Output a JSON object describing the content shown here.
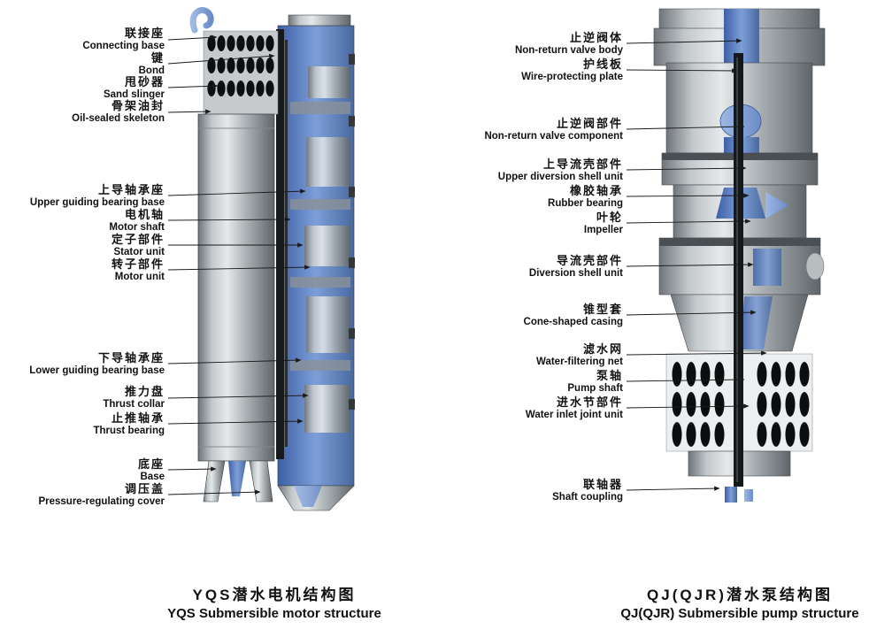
{
  "left_diagram": {
    "caption_zh": "YQS潜水电机结构图",
    "caption_en": "YQS Submersible motor structure",
    "labels": [
      {
        "zh": "联接座",
        "en": "Connecting base"
      },
      {
        "zh": "键",
        "en": "Bond"
      },
      {
        "zh": "甩砂器",
        "en": "Sand slinger"
      },
      {
        "zh": "骨架油封",
        "en": "Oil-sealed skeleton"
      },
      {
        "zh": "上导轴承座",
        "en": "Upper guiding bearing base"
      },
      {
        "zh": "电机轴",
        "en": "Motor shaft"
      },
      {
        "zh": "定子部件",
        "en": "Stator unit"
      },
      {
        "zh": "转子部件",
        "en": "Motor unit"
      },
      {
        "zh": "下导轴承座",
        "en": "Lower guiding bearing base"
      },
      {
        "zh": "推力盘",
        "en": "Thrust collar"
      },
      {
        "zh": "止推轴承",
        "en": "Thrust bearing"
      },
      {
        "zh": "底座",
        "en": "Base"
      },
      {
        "zh": "调压盖",
        "en": "Pressure-regulating cover"
      }
    ]
  },
  "right_diagram": {
    "caption_zh": "QJ(QJR)潜水泵结构图",
    "caption_en": "QJ(QJR) Submersible pump structure",
    "labels": [
      {
        "zh": "止逆阀体",
        "en": "Non-return valve body"
      },
      {
        "zh": "护线板",
        "en": "Wire-protecting plate"
      },
      {
        "zh": "止逆阀部件",
        "en": "Non-return valve component"
      },
      {
        "zh": "上导流壳部件",
        "en": "Upper diversion shell unit"
      },
      {
        "zh": "橡胶轴承",
        "en": "Rubber bearing"
      },
      {
        "zh": "叶轮",
        "en": "Impeller"
      },
      {
        "zh": "导流壳部件",
        "en": "Diversion shell unit"
      },
      {
        "zh": "锥型套",
        "en": "Cone-shaped casing"
      },
      {
        "zh": "滤水网",
        "en": "Water-filtering net"
      },
      {
        "zh": "泵轴",
        "en": "Pump shaft"
      },
      {
        "zh": "进水节部件",
        "en": "Water inlet joint unit"
      },
      {
        "zh": "联轴器",
        "en": "Shaft coupling"
      }
    ]
  },
  "colors": {
    "section_blue": "#6c8fd0",
    "metal_gray": "#a7adb1",
    "line_black": "#1a1a1a"
  }
}
